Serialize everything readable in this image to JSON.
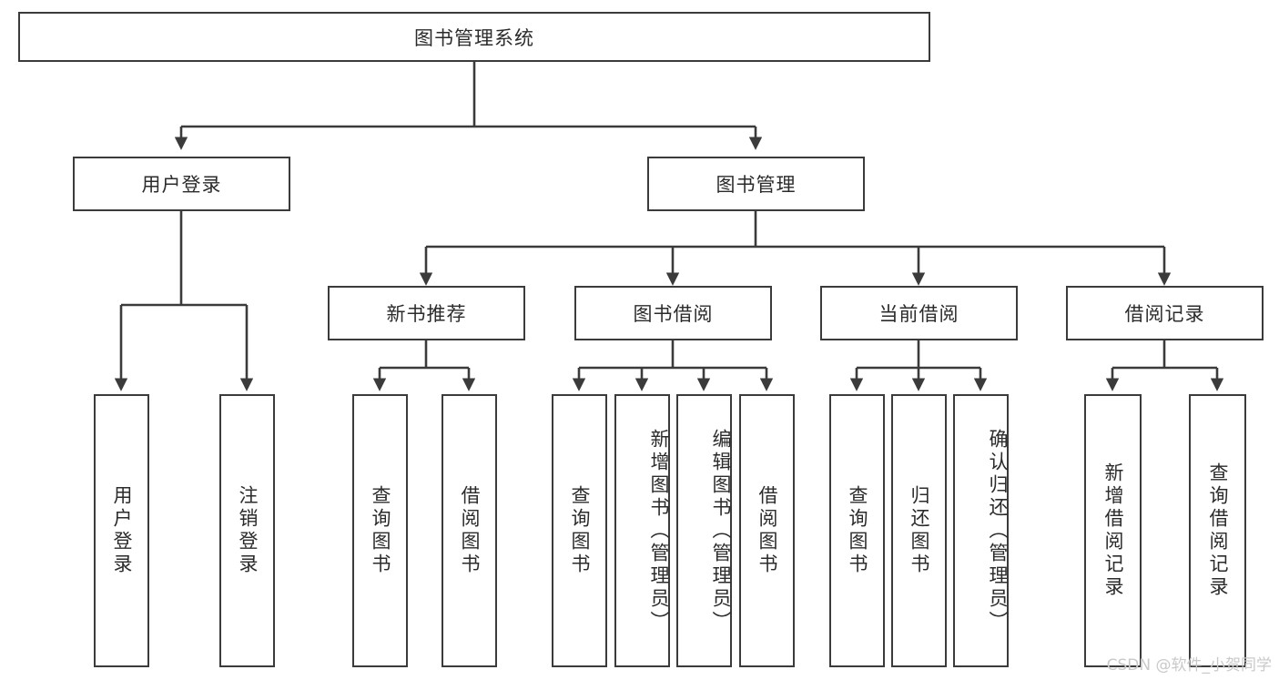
{
  "diagram": {
    "type": "tree",
    "title": "图书管理系统",
    "watermark": "CSDN @软件_小贺同学",
    "root": {
      "label": "图书管理系统"
    },
    "level2": [
      {
        "label": "用户登录"
      },
      {
        "label": "图书管理"
      }
    ],
    "level3": [
      {
        "label": "新书推荐"
      },
      {
        "label": "图书借阅"
      },
      {
        "label": "当前借阅"
      },
      {
        "label": "借阅记录"
      }
    ],
    "leaves": {
      "user_login": [
        {
          "label": "用户登录"
        },
        {
          "label": "注销登录"
        }
      ],
      "new_book_recommend": [
        {
          "label": "查询图书"
        },
        {
          "label": "借阅图书"
        }
      ],
      "book_borrow": [
        {
          "label": "查询图书"
        },
        {
          "label": "新增图书（管理员）"
        },
        {
          "label": "编辑图书（管理员）"
        },
        {
          "label": "借阅图书"
        }
      ],
      "current_borrow": [
        {
          "label": "查询图书"
        },
        {
          "label": "归还图书"
        },
        {
          "label": "确认归还（管理员）"
        }
      ],
      "borrow_record": [
        {
          "label": "新增借阅记录"
        },
        {
          "label": "查询借阅记录"
        }
      ]
    },
    "colors": {
      "stroke": "#3b3b3b",
      "fill": "#ffffff",
      "text": "#2b2b2b",
      "watermark": "#c9c9c9"
    }
  }
}
